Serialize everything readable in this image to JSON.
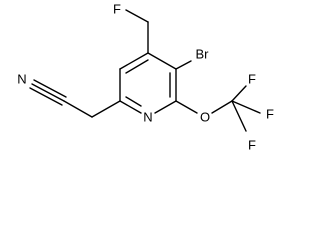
{
  "molecule": {
    "atoms": {
      "fluoromethyl_f": "F",
      "bromine": "Br",
      "nitrile_n": "N",
      "ring_n": "N",
      "ether_o": "O",
      "cf3_f_top": "F",
      "cf3_f_right": "F",
      "cf3_f_bottom": "F"
    }
  }
}
